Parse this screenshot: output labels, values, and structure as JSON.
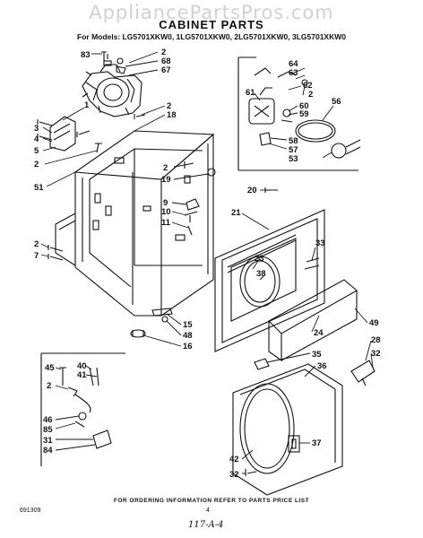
{
  "watermark": "AppliancePartsPros.com",
  "title": "CABINET PARTS",
  "models": "For Models: LG5701XKW0, 1LG5701XKW0, 2LG5701XKW0, 3LG5701XKW0",
  "footer_note": "FOR ORDERING INFORMATION REFER TO PARTS PRICE LIST",
  "page_number": "4",
  "doc_code": "691309",
  "handwritten_note": "117-A-4",
  "colors": {
    "ink": "#111111",
    "watermark": "#d2d2d2",
    "background": "#ffffff"
  },
  "callouts": {
    "c83": "83",
    "c2a": "2",
    "c68": "68",
    "c67": "67",
    "c1": "1",
    "c2b": "2",
    "c18": "18",
    "c3": "3",
    "c4": "4",
    "c5": "5",
    "c2c": "2",
    "c51": "51",
    "c2d": "2",
    "c19": "19",
    "c64": "64",
    "c63": "63",
    "c62": "62",
    "c2e": "2",
    "c61": "61",
    "c60": "60",
    "c59": "59",
    "c56": "56",
    "c58": "58",
    "c57": "57",
    "c53": "53",
    "c20": "20",
    "c9": "9",
    "c10": "10",
    "c11": "11",
    "c21": "21",
    "c33": "33",
    "c23": "23",
    "c38": "38",
    "c2f": "2",
    "c7": "7",
    "c15": "15",
    "c48": "48",
    "c16": "16",
    "c49": "49",
    "c24": "24",
    "c28": "28",
    "c32a": "32",
    "c35": "35",
    "c36": "36",
    "c45": "45",
    "c40": "40",
    "c41": "41",
    "c2g": "2",
    "c46": "46",
    "c85": "85",
    "c31": "31",
    "c84": "84",
    "c42": "42",
    "c37": "37",
    "c32b": "32"
  }
}
